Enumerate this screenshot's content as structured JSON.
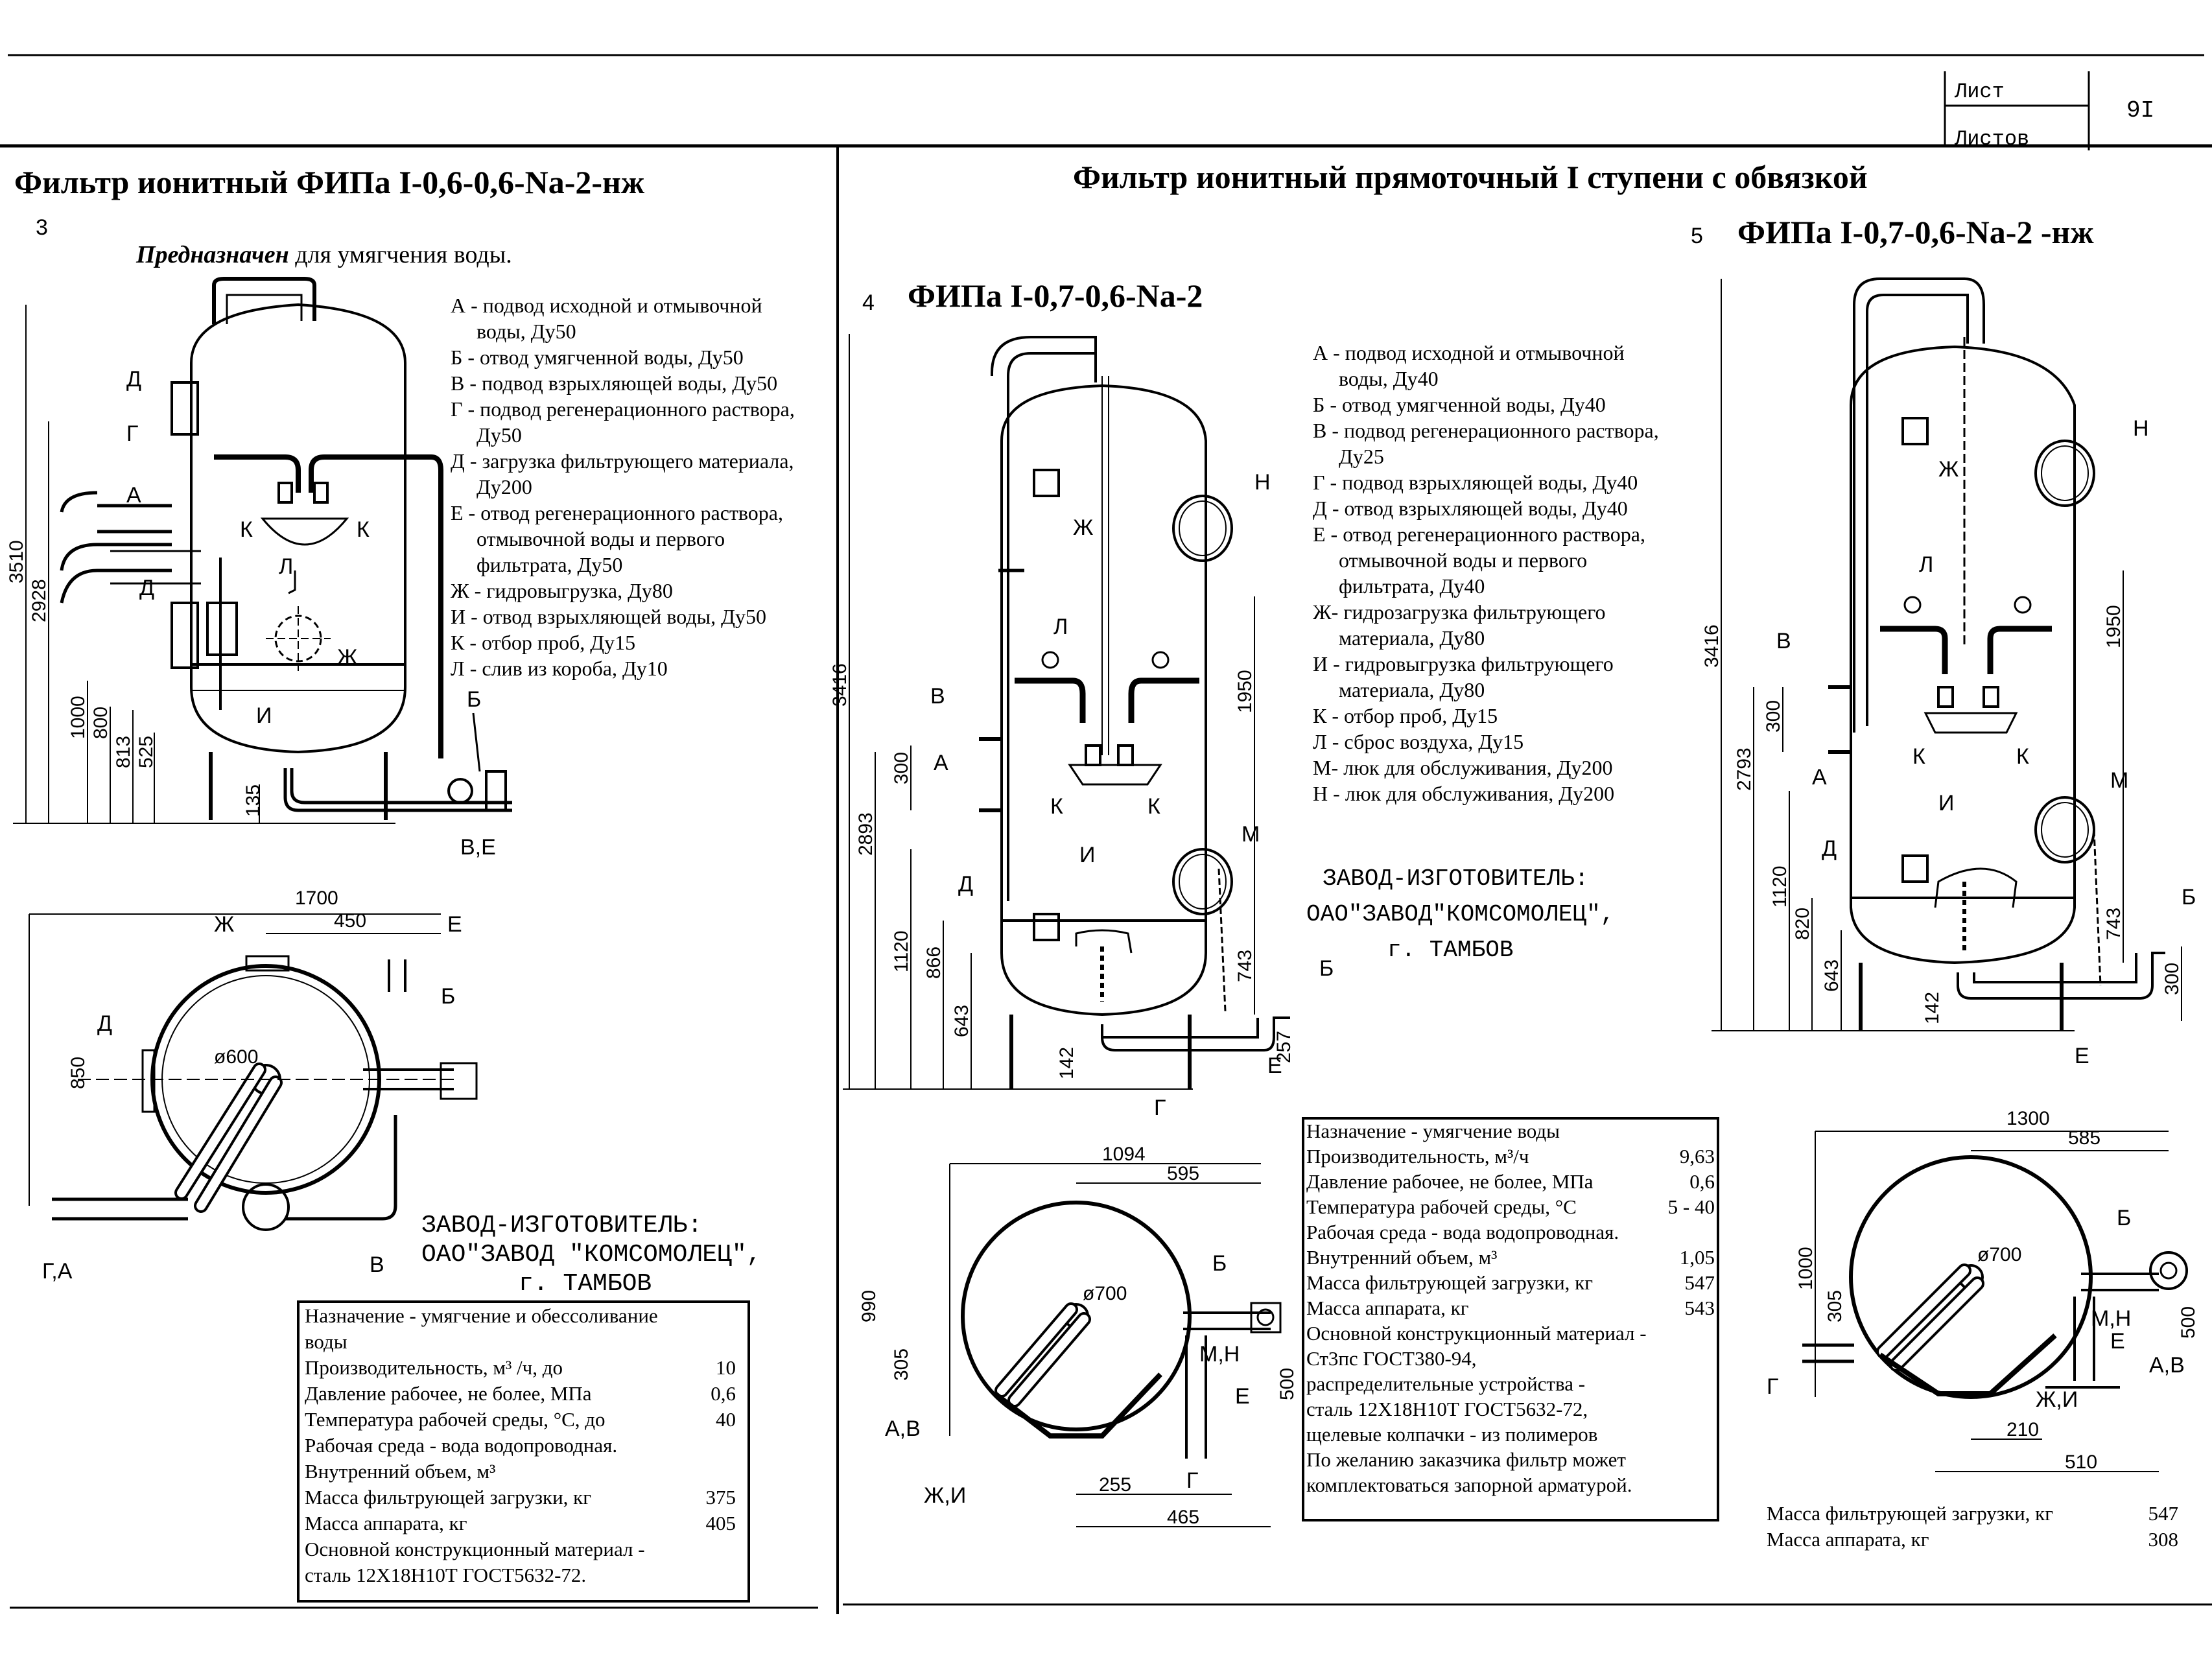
{
  "header": {
    "sheet_label": "Лист",
    "sheets_label": "Листов",
    "sheet_number": "9I"
  },
  "left": {
    "title": "Фильтр ионитный ФИПа I-0,6-0,6-Na-2-нж",
    "index": "3",
    "purpose_emph": "Предназначен",
    "purpose_rest": " для умягчения воды.",
    "legend": [
      "А - подвод исходной и отмывочной",
      "воды, Ду50",
      "Б - отвод умягченной воды, Ду50",
      "В - подвод взрыхляющей воды, Ду50",
      "Г - подвод регенерационного раствора,",
      "Ду50",
      "Д - загрузка фильтрующего материала,",
      "Ду200",
      "Е - отвод регенерационного раствора,",
      "отмывочной воды и первого",
      "фильтрата, Ду50",
      "Ж - гидровыгрузка, Ду80",
      "И - отвод взрыхляющей воды, Ду50",
      "К - отбор проб, Ду15",
      "Л - слив из короба, Ду10"
    ],
    "dims": [
      "3510",
      "2928",
      "1000",
      "800",
      "813",
      "525",
      "135",
      "1700",
      "450",
      "850",
      "ø600"
    ],
    "letters": [
      "Д",
      "Г",
      "А",
      "Д",
      "К",
      "К",
      "Л",
      "Ж",
      "И",
      "Б",
      "В,Е",
      "Ж",
      "Е",
      "Д",
      "Б",
      "В",
      "Г,А"
    ],
    "maker": [
      "ЗАВОД-ИЗГОТОВИТЕЛЬ:",
      "ОАО\"ЗАВОД \"КОМСОМОЛЕЦ\",",
      "г. ТАМБОВ"
    ],
    "specs": {
      "rows": [
        {
          "label": "Назначение - умягчение и обессоливание",
          "value": ""
        },
        {
          "label": "воды",
          "value": ""
        },
        {
          "label": "Производительность, м³ /ч, до",
          "value": "10"
        },
        {
          "label": "Давление рабочее, не более, МПа",
          "value": "0,6"
        },
        {
          "label": "Температура рабочей среды, °С, до",
          "value": "40"
        },
        {
          "label": "Рабочая среда - вода водопроводная.",
          "value": ""
        },
        {
          "label": "Внутренний объем, м³",
          "value": ""
        },
        {
          "label": "Масса фильтрующей загрузки, кг",
          "value": "375"
        },
        {
          "label": "Масса аппарата, кг",
          "value": "405"
        },
        {
          "label": "Основной конструкционный материал -",
          "value": ""
        },
        {
          "label": "сталь 12Х18Н10Т ГОСТ5632-72.",
          "value": ""
        }
      ]
    }
  },
  "right": {
    "main_title": "Фильтр ионитный  прямоточный I ступени с обвязкой",
    "f4": {
      "index": "4",
      "title": "ФИПа I-0,7-0,6-Na-2",
      "dims": [
        "3416",
        "2893",
        "300",
        "1120",
        "866",
        "643",
        "142",
        "1950",
        "743",
        "257",
        "1094",
        "595",
        "990",
        "305",
        "255",
        "465",
        "500",
        "ø700"
      ],
      "letters": [
        "Ж",
        "Л",
        "Н",
        "К",
        "К",
        "В",
        "А",
        "Д",
        "И",
        "М",
        "Б",
        "Г",
        "Е",
        "Б",
        "М,Н",
        "Е",
        "А,В",
        "Г",
        "Ж,И"
      ],
      "maker": [
        "ЗАВОД-ИЗГОТОВИТЕЛЬ:",
        "ОАО\"ЗАВОД\"КОМСОМОЛЕЦ\",",
        "г. ТАМБОВ"
      ]
    },
    "legend": [
      "А - подвод исходной и отмывочной",
      "воды, Ду40",
      "Б - отвод умягченной воды, Ду40",
      "В - подвод регенерационного раствора,",
      "Ду25",
      "Г - подвод взрыхляющей воды, Ду40",
      "Д - отвод взрыхляющей воды, Ду40",
      "Е - отвод регенерационного раствора,",
      "отмывочной воды и первого",
      "фильтрата, Ду40",
      "Ж- гидрозагрузка фильтрующего",
      "материала, Ду80",
      "И - гидровыгрузка фильтрующего",
      "материала, Ду80",
      "К - отбор проб, Ду15",
      "Л - сброс воздуха, Ду15",
      "М- люк для обслуживания, Ду200",
      "Н - люк для обслуживания, Ду200"
    ],
    "specs": {
      "rows": [
        {
          "label": "Назначение - умягчение воды",
          "value": ""
        },
        {
          "label": "Производительность, м³/ч",
          "value": "9,63"
        },
        {
          "label": "Давление рабочее, не более, МПа",
          "value": "0,6"
        },
        {
          "label": "Температура рабочей среды, °С",
          "value": "5 - 40"
        },
        {
          "label": "Рабочая среда - вода водопроводная.",
          "value": ""
        },
        {
          "label": "Внутренний объем, м³",
          "value": "1,05"
        },
        {
          "label": "Масса фильтрующей загрузки, кг",
          "value": "547"
        },
        {
          "label": "Масса аппарата, кг",
          "value": "543"
        },
        {
          "label": "Основной конструкционный материал -",
          "value": ""
        },
        {
          "label": "Ст3пс ГОСТ380-94,",
          "value": ""
        },
        {
          "label": "распределительные устройства -",
          "value": ""
        },
        {
          "label": "сталь 12Х18Н10Т ГОСТ5632-72,",
          "value": ""
        },
        {
          "label": "щелевые колпачки - из полимеров",
          "value": ""
        },
        {
          "label": "По желанию заказчика фильтр может",
          "value": ""
        },
        {
          "label": "комплектоваться запорной арматурой.",
          "value": ""
        }
      ]
    },
    "f5": {
      "index": "5",
      "title": "ФИПа I-0,7-0,6-Na-2   -нж",
      "dims": [
        "3416",
        "2793",
        "300",
        "1120",
        "820",
        "643",
        "142",
        "1950",
        "743",
        "300",
        "1300",
        "585",
        "1000",
        "305",
        "500",
        "210",
        "510",
        "ø700"
      ],
      "letters": [
        "Н",
        "Ж",
        "Л",
        "В",
        "К",
        "К",
        "А",
        "Д",
        "И",
        "М",
        "Б",
        "Е",
        "Б",
        "М,Н",
        "Е",
        "А,В",
        "Г",
        "Ж,И"
      ],
      "mass": [
        {
          "label": "Масса фильтрующей загрузки, кг",
          "value": "547"
        },
        {
          "label": "Масса аппарата, кг",
          "value": "308"
        }
      ]
    }
  }
}
